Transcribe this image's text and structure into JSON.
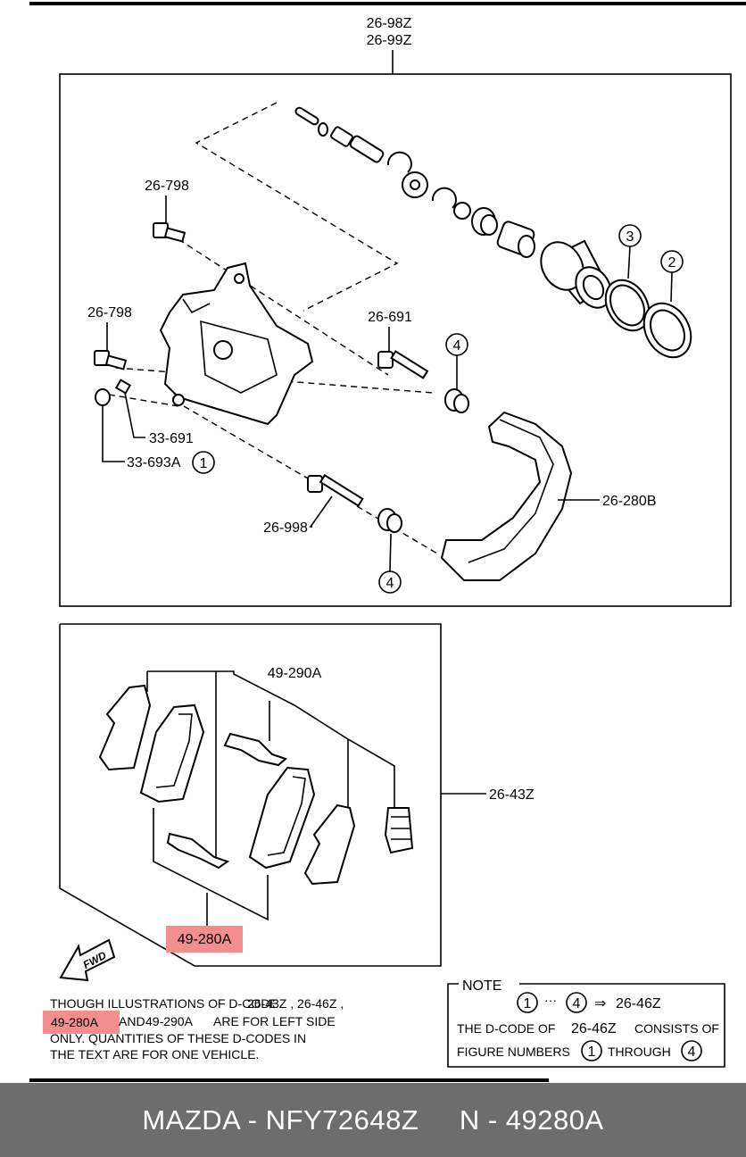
{
  "upper_diagram": {
    "callouts": {
      "top_1": "26-98Z",
      "top_2": "26-99Z",
      "bolt_upper": "26-798",
      "bolt_lower": "26-798",
      "pin_upper": "26-691",
      "bleeder": "33-691",
      "cap": "33-693A",
      "pin_lower": "26-998",
      "bracket": "26-280B"
    },
    "figure_numbers": [
      "1",
      "2",
      "3",
      "4",
      "4"
    ]
  },
  "lower_diagram": {
    "callouts": {
      "shims": "49-290A",
      "kit": "26-43Z",
      "pads": "49-280A"
    },
    "fwd_label": "FWD"
  },
  "footnote": {
    "line1a": "THOUGH ILLUSTRATIONS OF D-CODE",
    "line1b": "26-43Z , 26-46Z ,",
    "line2_highlight": "49-280A",
    "line2a": "AND",
    "line2b": "49-290A",
    "line2c": "ARE FOR LEFT SIDE",
    "line3": "ONLY. QUANTITIES OF THESE D-CODES IN",
    "line4": "THE TEXT ARE FOR ONE VEHICLE."
  },
  "note_box": {
    "title": "NOTE",
    "row1_from": "1",
    "row1_dots": "···",
    "row1_to": "4",
    "row1_arrow": "⇒",
    "row1_code": "26-46Z",
    "row2a": "THE D-CODE OF",
    "row2b": "26-46Z",
    "row2c": "CONSISTS OF",
    "row3a": "FIGURE NUMBERS",
    "row3_from": "1",
    "row3b": "THROUGH",
    "row3_to": "4"
  },
  "footer": {
    "text": "MAZDA - NFY72648Z     N - 49280A"
  },
  "colors": {
    "highlight": "#f28e8e",
    "footer_bg": "#6d6d6d",
    "footer_text": "#ffffff"
  }
}
